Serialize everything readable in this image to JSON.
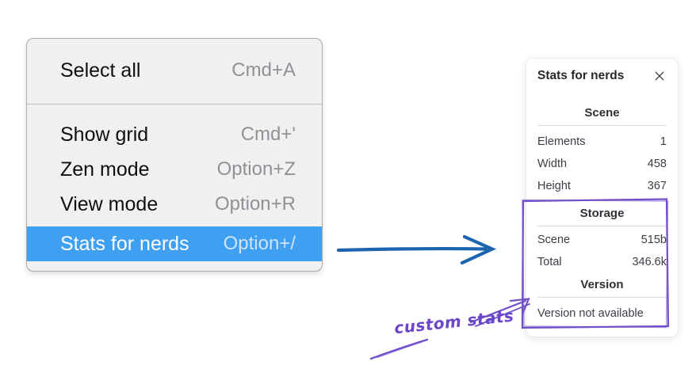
{
  "context_menu": {
    "items": [
      {
        "label": "Select all",
        "shortcut": "Cmd+A",
        "highlighted": false
      },
      {
        "label": "Show grid",
        "shortcut": "Cmd+'",
        "highlighted": false
      },
      {
        "label": "Zen mode",
        "shortcut": "Option+Z",
        "highlighted": false
      },
      {
        "label": "View mode",
        "shortcut": "Option+R",
        "highlighted": false
      },
      {
        "label": "Stats for nerds",
        "shortcut": "Option+/",
        "highlighted": true
      }
    ],
    "highlight_color": "#3f9ff0"
  },
  "stats_panel": {
    "title": "Stats for nerds",
    "sections": [
      {
        "heading": "Scene",
        "rows": [
          {
            "label": "Elements",
            "value": "1"
          },
          {
            "label": "Width",
            "value": "458"
          },
          {
            "label": "Height",
            "value": "367"
          }
        ]
      },
      {
        "heading": "Storage",
        "rows": [
          {
            "label": "Scene",
            "value": "515b"
          },
          {
            "label": "Total",
            "value": "346.6k"
          }
        ]
      },
      {
        "heading": "Version",
        "note": "Version not available"
      }
    ]
  },
  "annotations": {
    "custom_stats_label": "custom stats",
    "annotation_color": "#7150cb",
    "arrow_color": "#1d64b0"
  }
}
